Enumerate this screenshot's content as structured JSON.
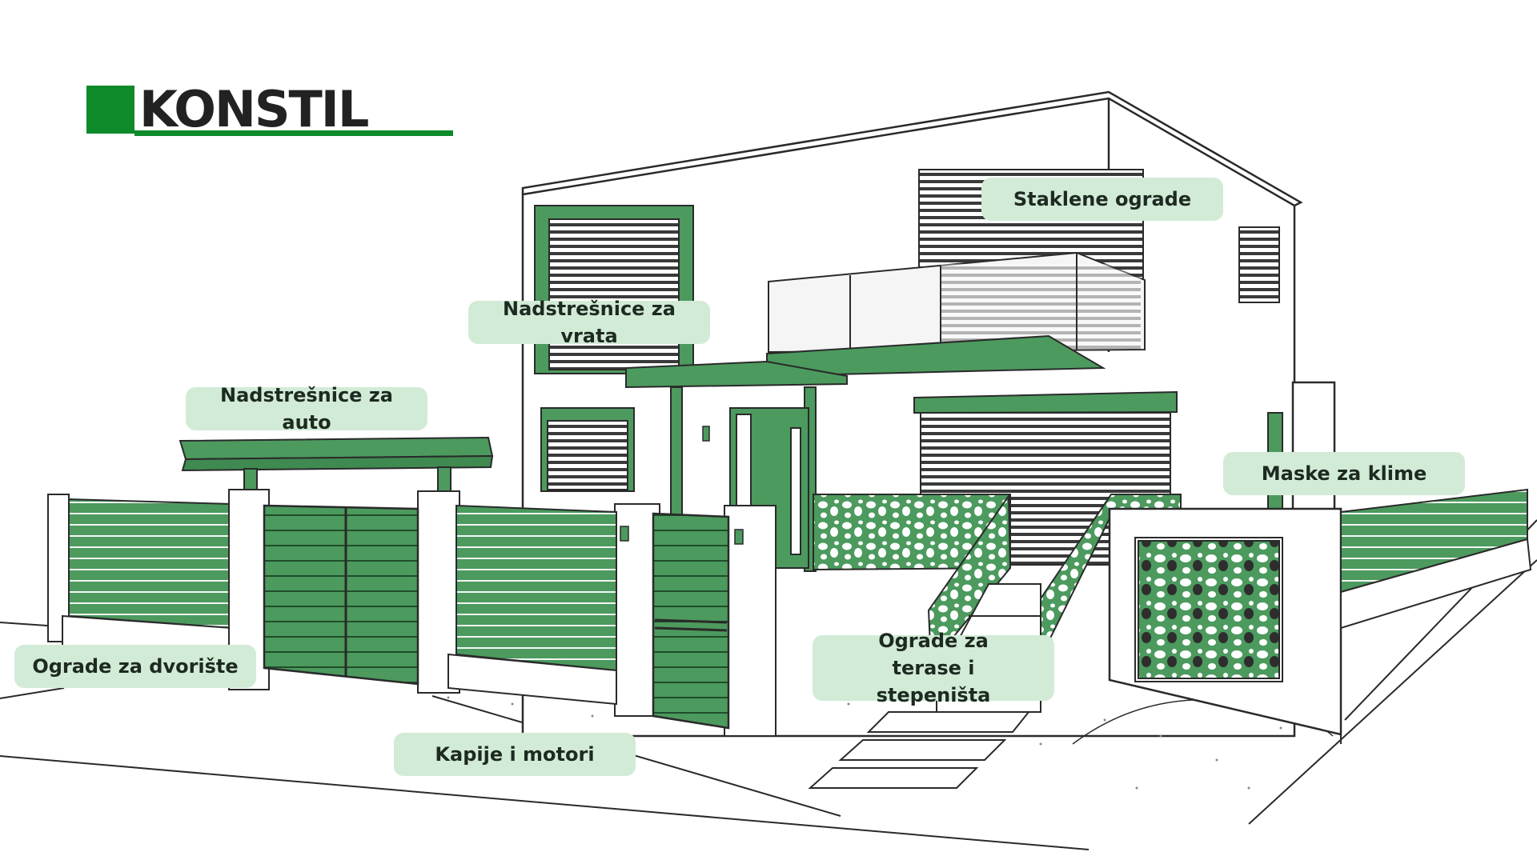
{
  "brand": {
    "name": "KONSTIL",
    "color": "#0e8a2b"
  },
  "colors": {
    "accent": "#4c9a5e",
    "label_bg": "#d2ebd7",
    "line": "#2a2a2a"
  },
  "labels": {
    "staklene_ograde": "Staklene ograde",
    "nadstresnice_vrata": "Nadstrešnice za vrata",
    "nadstresnice_auto": "Nadstrešnice za auto",
    "maske_klime": "Maske za klime",
    "ograde_dvoriste": "Ograde za dvorište",
    "ograde_terase": "Ograde za terase i stepeništa",
    "kapije_motori": "Kapije i motori"
  }
}
